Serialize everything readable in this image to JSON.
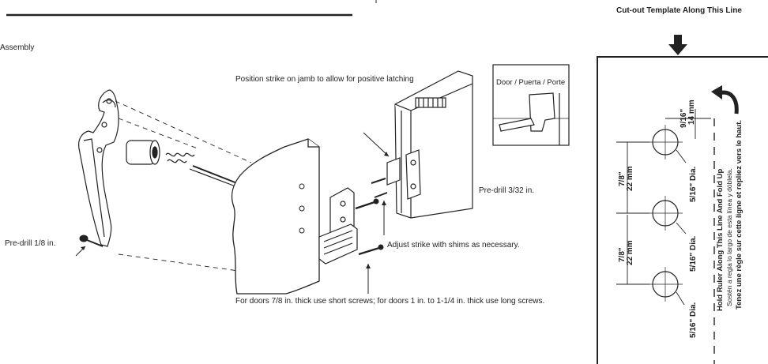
{
  "header": {
    "section_label": "Assembly",
    "template_title": "Cut-out Template Along This Line"
  },
  "callouts": {
    "position_strike": "Position strike on jamb to allow for positive latching",
    "door_inset": "Door / Puerta / Porte",
    "predrill_332": "Pre-drill 3/32 in.",
    "predrill_18": "Pre-drill 1/8 in.",
    "adjust_strike": "Adjust strike with shims as necessary.",
    "screw_note": "For doors 7/8 in. thick use short screws; for doors 1 in. to 1-1/4 in. thick use long screws."
  },
  "template": {
    "top_offset_frac": "9/16\"",
    "top_offset_mm": "14 mm",
    "spacing1_frac": "7/8\"",
    "spacing1_mm": "22 mm",
    "spacing2_frac": "7/8\"",
    "spacing2_mm": "22 mm",
    "hole1_dia": "5/16\" Dia.",
    "hole2_dia": "5/16\" Dia.",
    "hole3_dia": "5/16\" Dia.",
    "fold_en": "Hold Ruler Along This Line And Fold Up",
    "fold_es": "Sostén a regla lo largo de esta línea y dóblela.",
    "fold_fr": "Tenez une règle sur cette ligne et repliez vers le haut."
  },
  "colors": {
    "line": "#222222",
    "text": "#222222",
    "shading": "#d9d9d9"
  }
}
